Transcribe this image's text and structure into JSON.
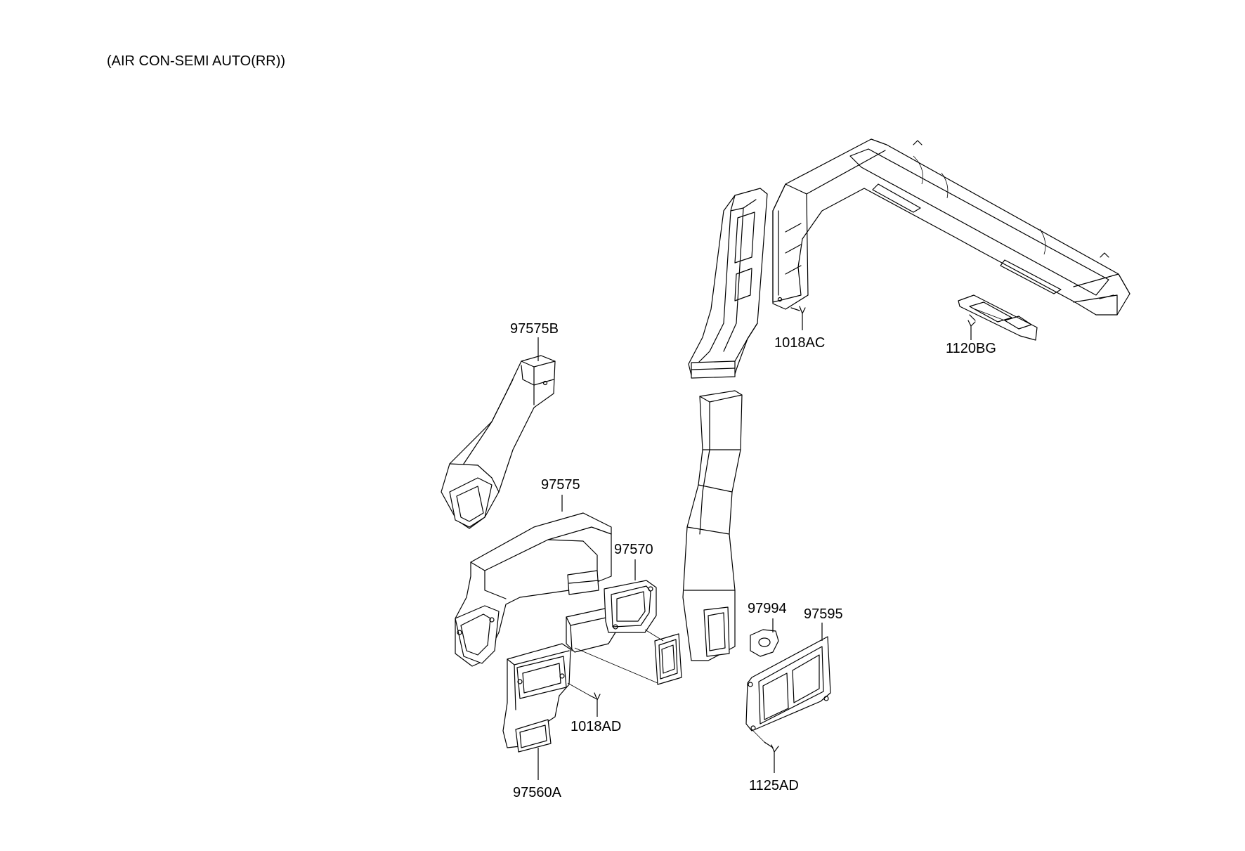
{
  "caption": "(AIR CON-SEMI AUTO(RR))",
  "labels": {
    "p97575B": "97575B",
    "p97575": "97575",
    "p97570": "97570",
    "p1018AC": "1018AC",
    "p1120BG": "1120BG",
    "p97994": "97994",
    "p97595": "97595",
    "p1018AD": "1018AD",
    "p97560A": "97560A",
    "p1125AD": "1125AD"
  }
}
